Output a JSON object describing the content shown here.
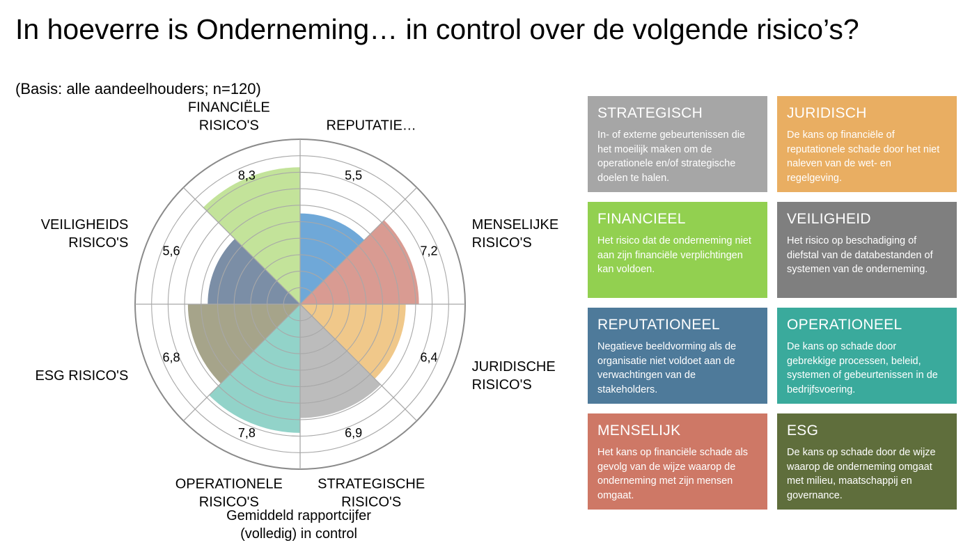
{
  "header": {
    "title": "In hoeverre is Onderneming… in control over de volgende risico’s?",
    "subtitle": "(Basis: alle aandeelhouders; n=120)"
  },
  "chart_data": {
    "type": "polar-area",
    "xlabel": "Gemiddeld rapportcijfer (volledig) in control",
    "rmax": 10,
    "rings": 10,
    "categories": [
      {
        "label_lines": [
          "REPUTATIE…"
        ],
        "value": 5.5,
        "value_text": "5,5",
        "color": "#6fa8d8"
      },
      {
        "label_lines": [
          "MENSELIJKE",
          "RISICO'S"
        ],
        "value": 7.2,
        "value_text": "7,2",
        "color": "#d99b92"
      },
      {
        "label_lines": [
          "JURIDISCHE",
          "RISICO'S"
        ],
        "value": 6.4,
        "value_text": "6,4",
        "color": "#f0c88a"
      },
      {
        "label_lines": [
          "STRATEGISCHE",
          "RISICO'S"
        ],
        "value": 6.9,
        "value_text": "6,9",
        "color": "#bcbcbc"
      },
      {
        "label_lines": [
          "OPERATIONELE",
          "RISICO'S"
        ],
        "value": 7.8,
        "value_text": "7,8",
        "color": "#92d3c9"
      },
      {
        "label_lines": [
          "ESG RISICO'S"
        ],
        "value": 6.8,
        "value_text": "6,8",
        "color": "#a6a48a"
      },
      {
        "label_lines": [
          "VEILIGHEIDS",
          "RISICO'S"
        ],
        "value": 5.6,
        "value_text": "5,6",
        "color": "#7b8ea6"
      },
      {
        "label_lines": [
          "FINANCIËLE",
          "RISICO'S"
        ],
        "value": 8.3,
        "value_text": "8,3",
        "color": "#c3e39a"
      }
    ]
  },
  "legend_boxes": [
    {
      "title": "STRATEGISCH",
      "text": "In- of externe gebeurtenissen die het moeilijk maken om de operationele en/of strategische doelen te halen.",
      "color": "#a6a6a6"
    },
    {
      "title": "JURIDISCH",
      "text": "De kans op financiële of reputationele schade door het niet naleven van de wet- en regelgeving.",
      "color": "#e9ae62"
    },
    {
      "title": "FINANCIEEL",
      "text": "Het risico dat de onderneming niet aan zijn financiële verplichtingen kan voldoen.",
      "color": "#92d050"
    },
    {
      "title": "VEILIGHEID",
      "text": "Het risico op beschadiging of diefstal van de databestanden of systemen van de onderneming.",
      "color": "#7f7f7f"
    },
    {
      "title": "REPUTATIONEEL",
      "text": "Negatieve beeldvorming als de organisatie niet voldoet aan de verwachtingen van de stakeholders.",
      "color": "#4e7a9a"
    },
    {
      "title": "OPERATIONEEL",
      "text": "De kans op schade door gebrekkige processen, beleid, systemen of gebeurtenissen in de bedrijfsvoering.",
      "color": "#3aaa9c"
    },
    {
      "title": "MENSELIJK",
      "text": "Het kans op financiële schade als gevolg van de wijze waarop de onderneming met zijn mensen omgaat.",
      "color": "#ce7866"
    },
    {
      "title": "ESG",
      "text": "De kans op schade door de wijze waarop de onderneming omgaat met milieu, maatschappij en governance.",
      "color": "#5f6e3c"
    }
  ]
}
